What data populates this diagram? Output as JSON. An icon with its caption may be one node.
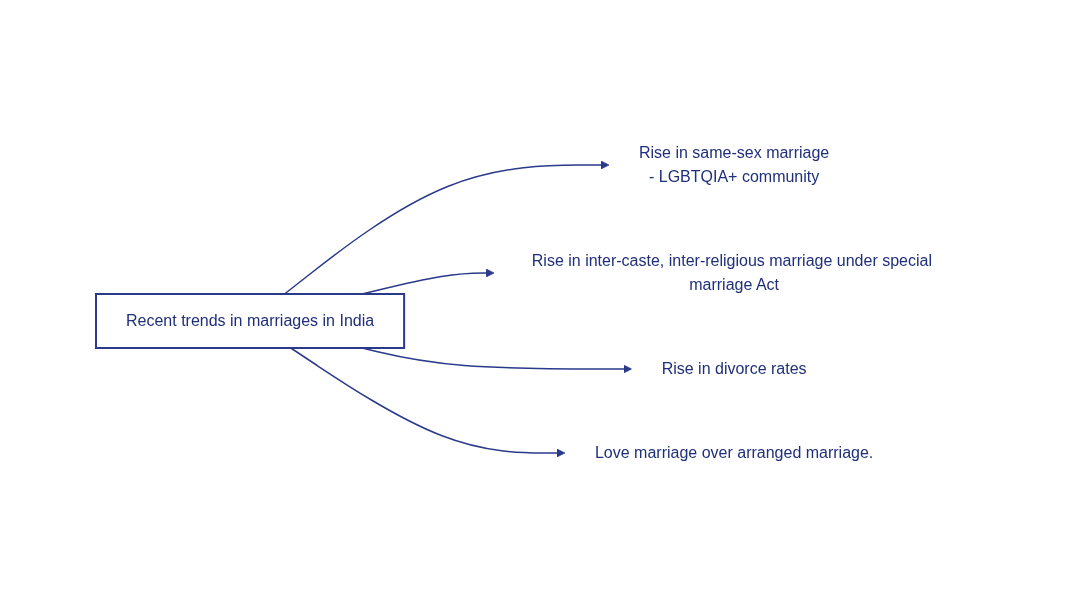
{
  "diagram": {
    "nodes": [
      {
        "text": [
          "Recent trends in marriages in India"
        ]
      },
      {
        "text": [
          "Rise in same-sex marriage",
          "- LGBTQIA+ community"
        ]
      },
      {
        "text": [
          "Rise in inter-caste, inter-religious marriage under special marriage Act"
        ]
      },
      {
        "text": [
          "Rise in divorce rates"
        ]
      },
      {
        "text": [
          "Love marriage over arranged marriage."
        ]
      }
    ],
    "edges": [
      {
        "from": 0,
        "to": 1,
        "arrow": "to"
      },
      {
        "from": 0,
        "to": 2,
        "arrow": "to"
      },
      {
        "from": 0,
        "to": 3,
        "arrow": "to"
      },
      {
        "from": 0,
        "to": 4,
        "arrow": "to"
      }
    ]
  }
}
